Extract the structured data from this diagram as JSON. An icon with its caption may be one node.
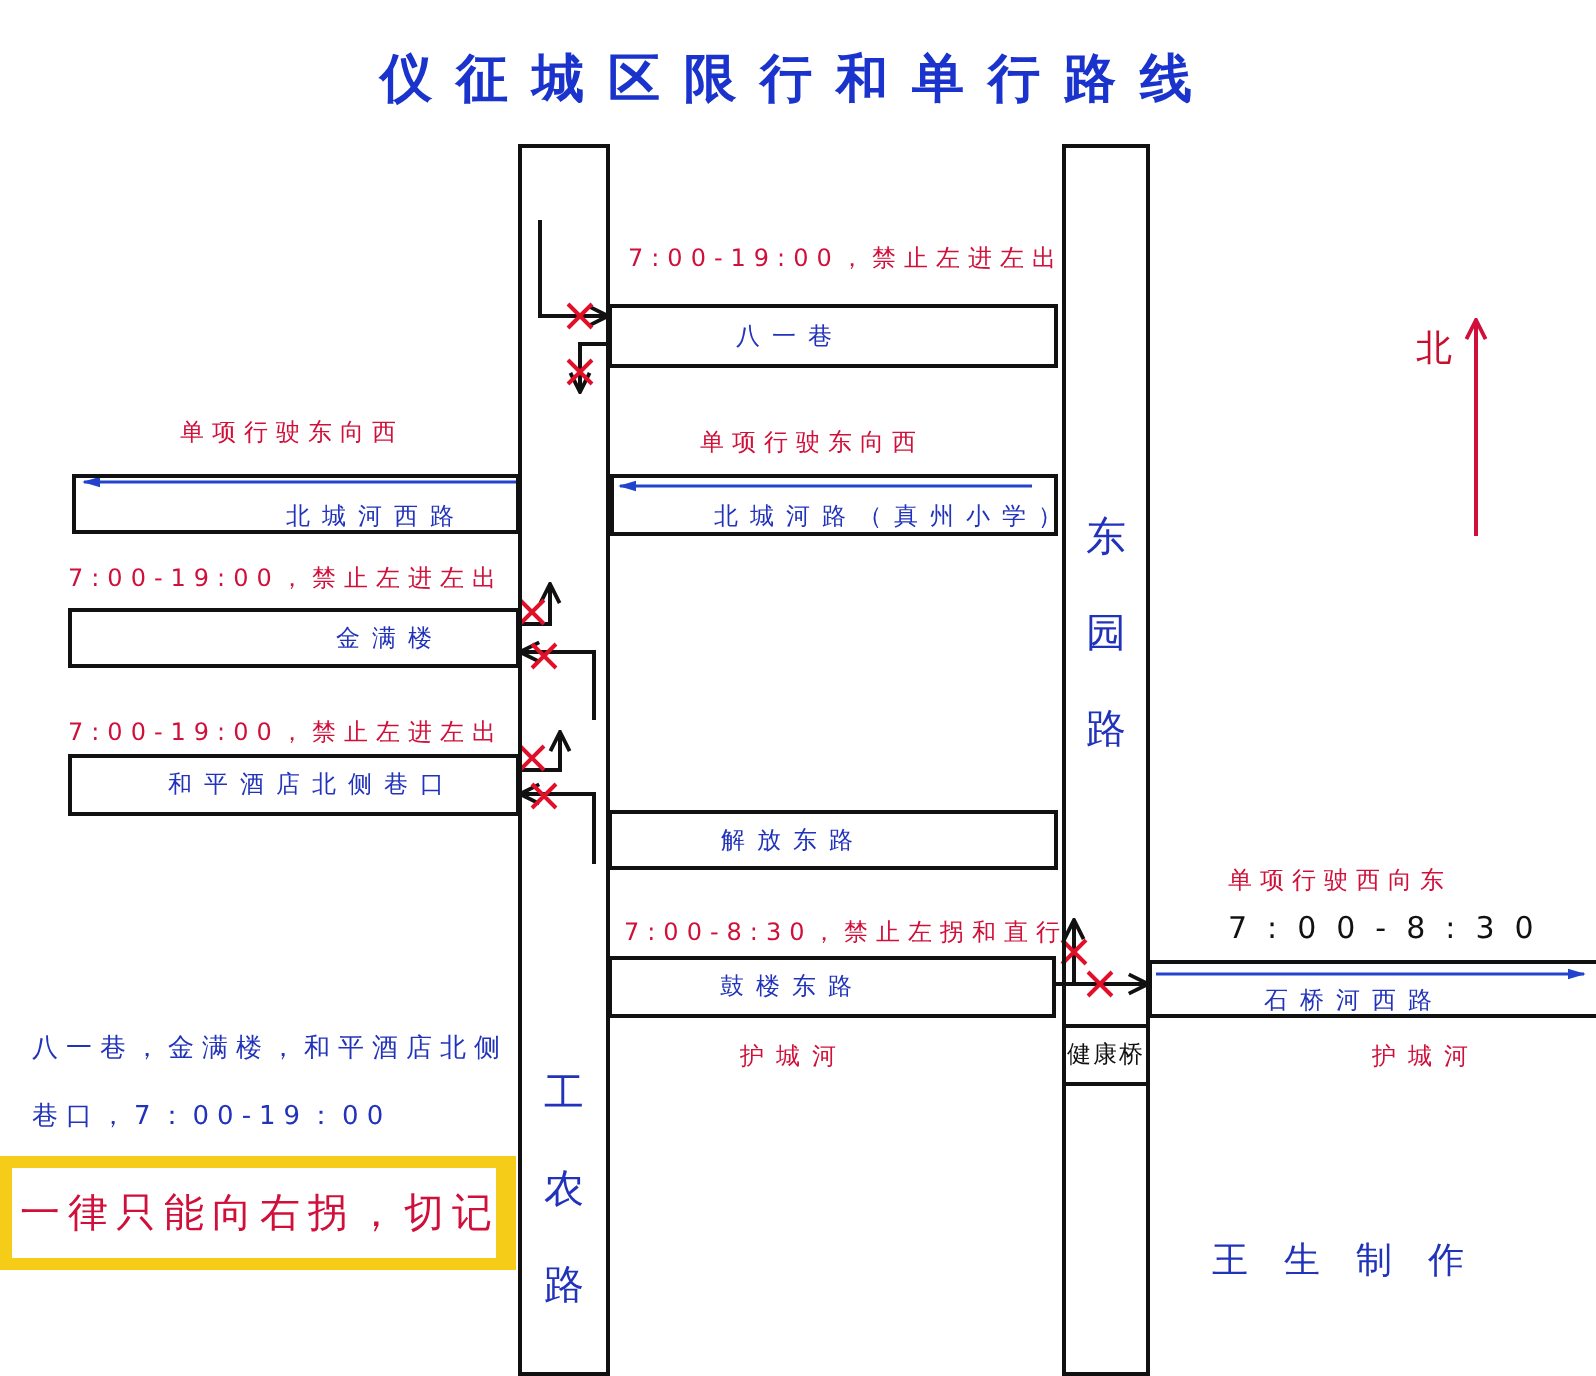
{
  "diagram": {
    "title": "仪征城区限行和单行路线",
    "nodes": [
      {
        "text": [
          "工农路"
        ]
      },
      {
        "text": [
          "八一巷"
        ]
      },
      {
        "text": [
          "北城河西路"
        ],
        "beside": [
          "单项行驶东向西"
        ]
      },
      {
        "text": [
          "北城河路（真州小学）"
        ],
        "beside": [
          "单项行驶东向西"
        ]
      },
      {
        "text": [
          "东园路"
        ]
      },
      {
        "text": [
          "金满楼"
        ],
        "beside": [
          "7:00-19:00，禁止左进左出"
        ]
      },
      {
        "text": [
          "和平酒店北侧巷口"
        ],
        "beside": [
          "7:00-19:00，禁止左进左出"
        ]
      },
      {
        "text": [
          "解放东路"
        ]
      },
      {
        "text": [
          "鼓楼东路"
        ],
        "beside": [
          "7:00-8:30，禁止左拐和直行"
        ]
      },
      {
        "text": [
          "健康桥"
        ],
        "in": 4
      },
      {
        "text": [
          "石桥河西路"
        ],
        "beside": [
          "单项行驶西向东",
          "7:00-8:30"
        ]
      }
    ],
    "edges": [
      {
        "from": 0,
        "to": 1,
        "arrow": "to"
      },
      {
        "from": 1,
        "to": 0,
        "arrow": "to"
      },
      {
        "from": 5,
        "to": 0,
        "arrow": "to"
      },
      {
        "from": 0,
        "to": 5,
        "arrow": "to"
      },
      {
        "from": 6,
        "to": 0,
        "arrow": "to"
      },
      {
        "from": 0,
        "to": 6,
        "arrow": "to"
      },
      {
        "from": 8,
        "to": 10,
        "arrow": "to"
      },
      {
        "from": 8,
        "to": 4,
        "arrow": "to"
      }
    ],
    "labels": [
      "7:00-19:00，禁止左进左出",
      "北",
      "八一巷，金满楼，和平酒店北侧巷口，7：00-19：00",
      "护城河",
      "护城河",
      "一律只能向右拐，切记",
      "王生制作"
    ]
  }
}
